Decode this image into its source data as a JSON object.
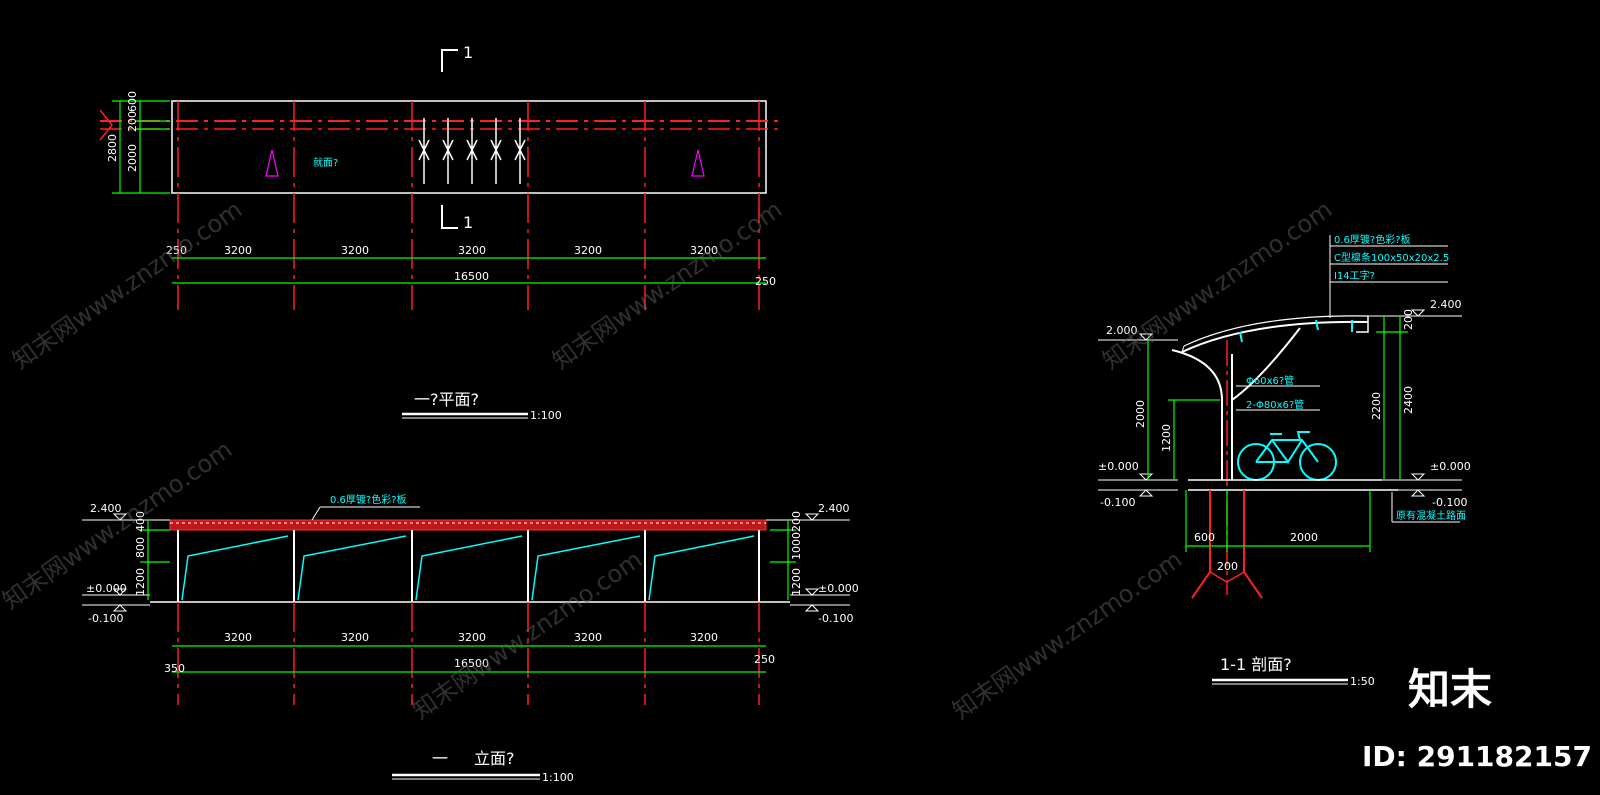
{
  "colors": {
    "background": "#000000",
    "outline": "#ffffff",
    "axis": "#ff2020",
    "dimension": "#00ff00",
    "steel": "#00ffff",
    "marker": "#ff00ff"
  },
  "plan": {
    "title": "一?平面?",
    "scale": "1:100",
    "section_mark": "1",
    "side_dims": [
      "2800",
      "600",
      "200",
      "2000"
    ],
    "bay_dims": [
      "3200",
      "3200",
      "3200",
      "3200",
      "3200"
    ],
    "end_dim_left": "250",
    "end_dim_right": "250",
    "total_dim": "16500",
    "label_center": "就面?"
  },
  "elevation": {
    "title": "立面?",
    "title_prefix": "一",
    "scale": "1:100",
    "roof_note": "0.6厚镀?色彩?板",
    "level_top": "2.400",
    "level_zero": "±0.000",
    "level_ground": "-0.100",
    "left_dims": [
      "400",
      "800",
      "1200"
    ],
    "right_dims": [
      "200",
      "1000",
      "1200"
    ],
    "bay_dims": [
      "3200",
      "3200",
      "3200",
      "3200",
      "3200"
    ],
    "end_dim_left": "350",
    "end_dim_right": "250",
    "total_dim": "16500"
  },
  "section": {
    "title": "1-1  剖面?",
    "scale": "1:50",
    "notes": [
      "0.6厚镀?色彩?板",
      "C型檩条100x50x20x2.5",
      "I14工字?"
    ],
    "pipe1": "Φ60x6?管",
    "pipe2": "2-Φ80x6?管",
    "level_left_top": "2.000",
    "level_right_top": "2.400",
    "level_zero_left": "±0.000",
    "level_zero_right": "±0.000",
    "level_ground_left": "-0.100",
    "level_ground_right": "-0.100",
    "left_dims": [
      "2000",
      "1200"
    ],
    "right_dims": [
      "200",
      "2200",
      "2400"
    ],
    "bottom_dims": [
      "600",
      "2000"
    ],
    "footing_dim": "200",
    "footing_note": "原有混凝土路面"
  },
  "watermark": {
    "text": "知末网www.znzmo.com",
    "brand": "知末",
    "image_id": "ID: 291182157"
  }
}
